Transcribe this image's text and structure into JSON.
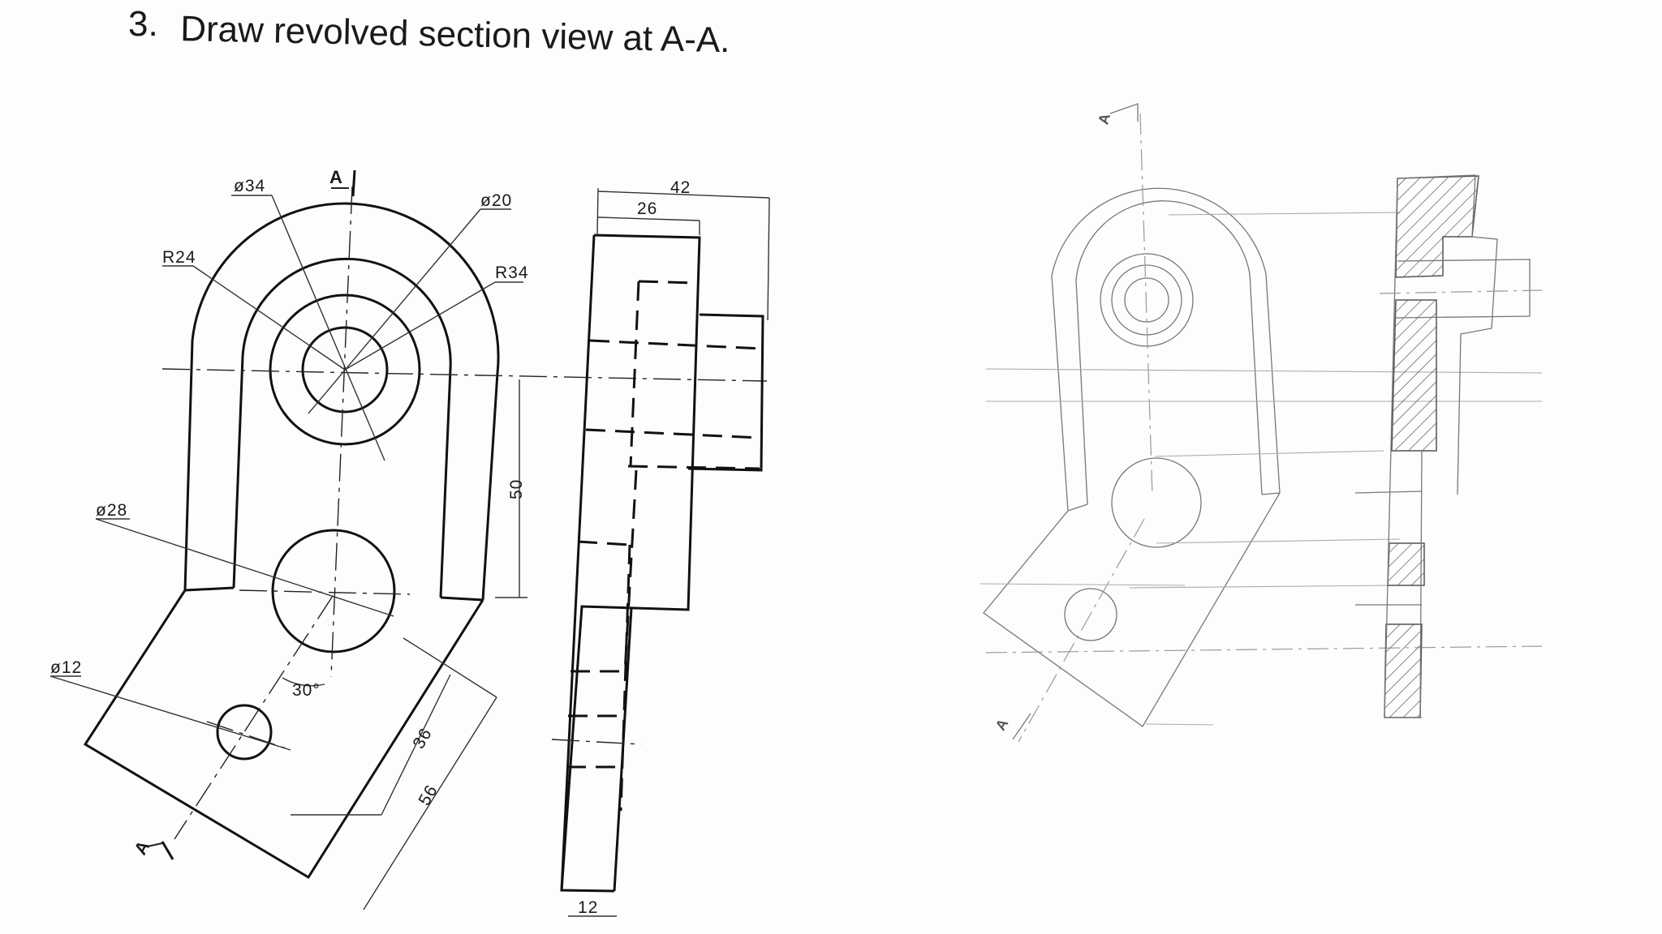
{
  "question": {
    "number": "3.",
    "text": "Draw revolved section view at A-A."
  },
  "drawing_labels": {
    "section_letter_top": "A",
    "section_letter_bottom": "A",
    "solution_letter_top": "A",
    "solution_letter_bottom": "A"
  },
  "dimensions": {
    "dia_34": "ø34",
    "dia_20": "ø20",
    "radius_24": "R24",
    "radius_34": "R34",
    "dia_28": "ø28",
    "dia_12": "ø12",
    "angle_30": "30°",
    "len_50": "50",
    "len_36": "36",
    "len_56": "56",
    "width_42": "42",
    "width_26": "26",
    "thick_12": "12"
  },
  "colors": {
    "ink": "#111111",
    "paper": "#fdfdfc",
    "hatch": "#555555"
  }
}
